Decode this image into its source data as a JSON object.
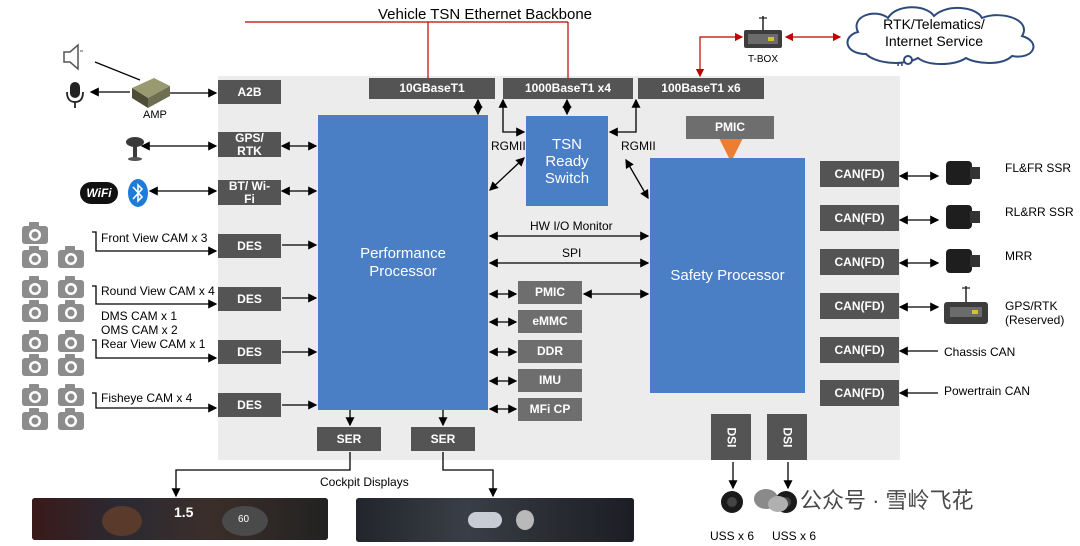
{
  "title": "Vehicle TSN Ethernet Backbone",
  "cloud": "RTK/Telematics/ Internet Service",
  "tbox": "T-BOX",
  "amp": "AMP",
  "ethernet_ports": {
    "p10g": "10GBaseT1",
    "p1000": "1000BaseT1 x4",
    "p100": "100BaseT1 x6"
  },
  "left_blocks": {
    "a2b": "A2B",
    "gps": "GPS/ RTK",
    "bt": "BT/ Wi-Fi",
    "des": "DES"
  },
  "cameras": {
    "front": "Front View CAM x 3",
    "round": "Round View CAM x 4",
    "dms": "DMS CAM x 1",
    "oms": "OMS CAM x 2",
    "rear": "Rear View CAM x 1",
    "fisheye": "Fisheye CAM x 4"
  },
  "wifi_label": "WiFi",
  "performance_processor": "Performance Processor",
  "safety_processor": "Safety Processor",
  "tsn_switch": "TSN Ready Switch",
  "rgmii": "RGMII",
  "pmic": "PMIC",
  "hw_io_monitor": "HW I/O Monitor",
  "spi": "SPI",
  "memory_blocks": [
    "PMIC",
    "eMMC",
    "DDR",
    "IMU",
    "MFi CP"
  ],
  "ser": "SER",
  "cockpit_displays": "Cockpit Displays",
  "dsi": "DSI",
  "uss": "USS x 6",
  "can": "CAN(FD)",
  "sensors": [
    "FL&FR SSR",
    "RL&RR SSR",
    "MRR",
    "GPS/RTK (Reserved)",
    "Chassis CAN",
    "Powertrain CAN"
  ],
  "display_speed": "1.5",
  "display_gauge": "60",
  "watermark": "公众号 · 雪岭飞花"
}
